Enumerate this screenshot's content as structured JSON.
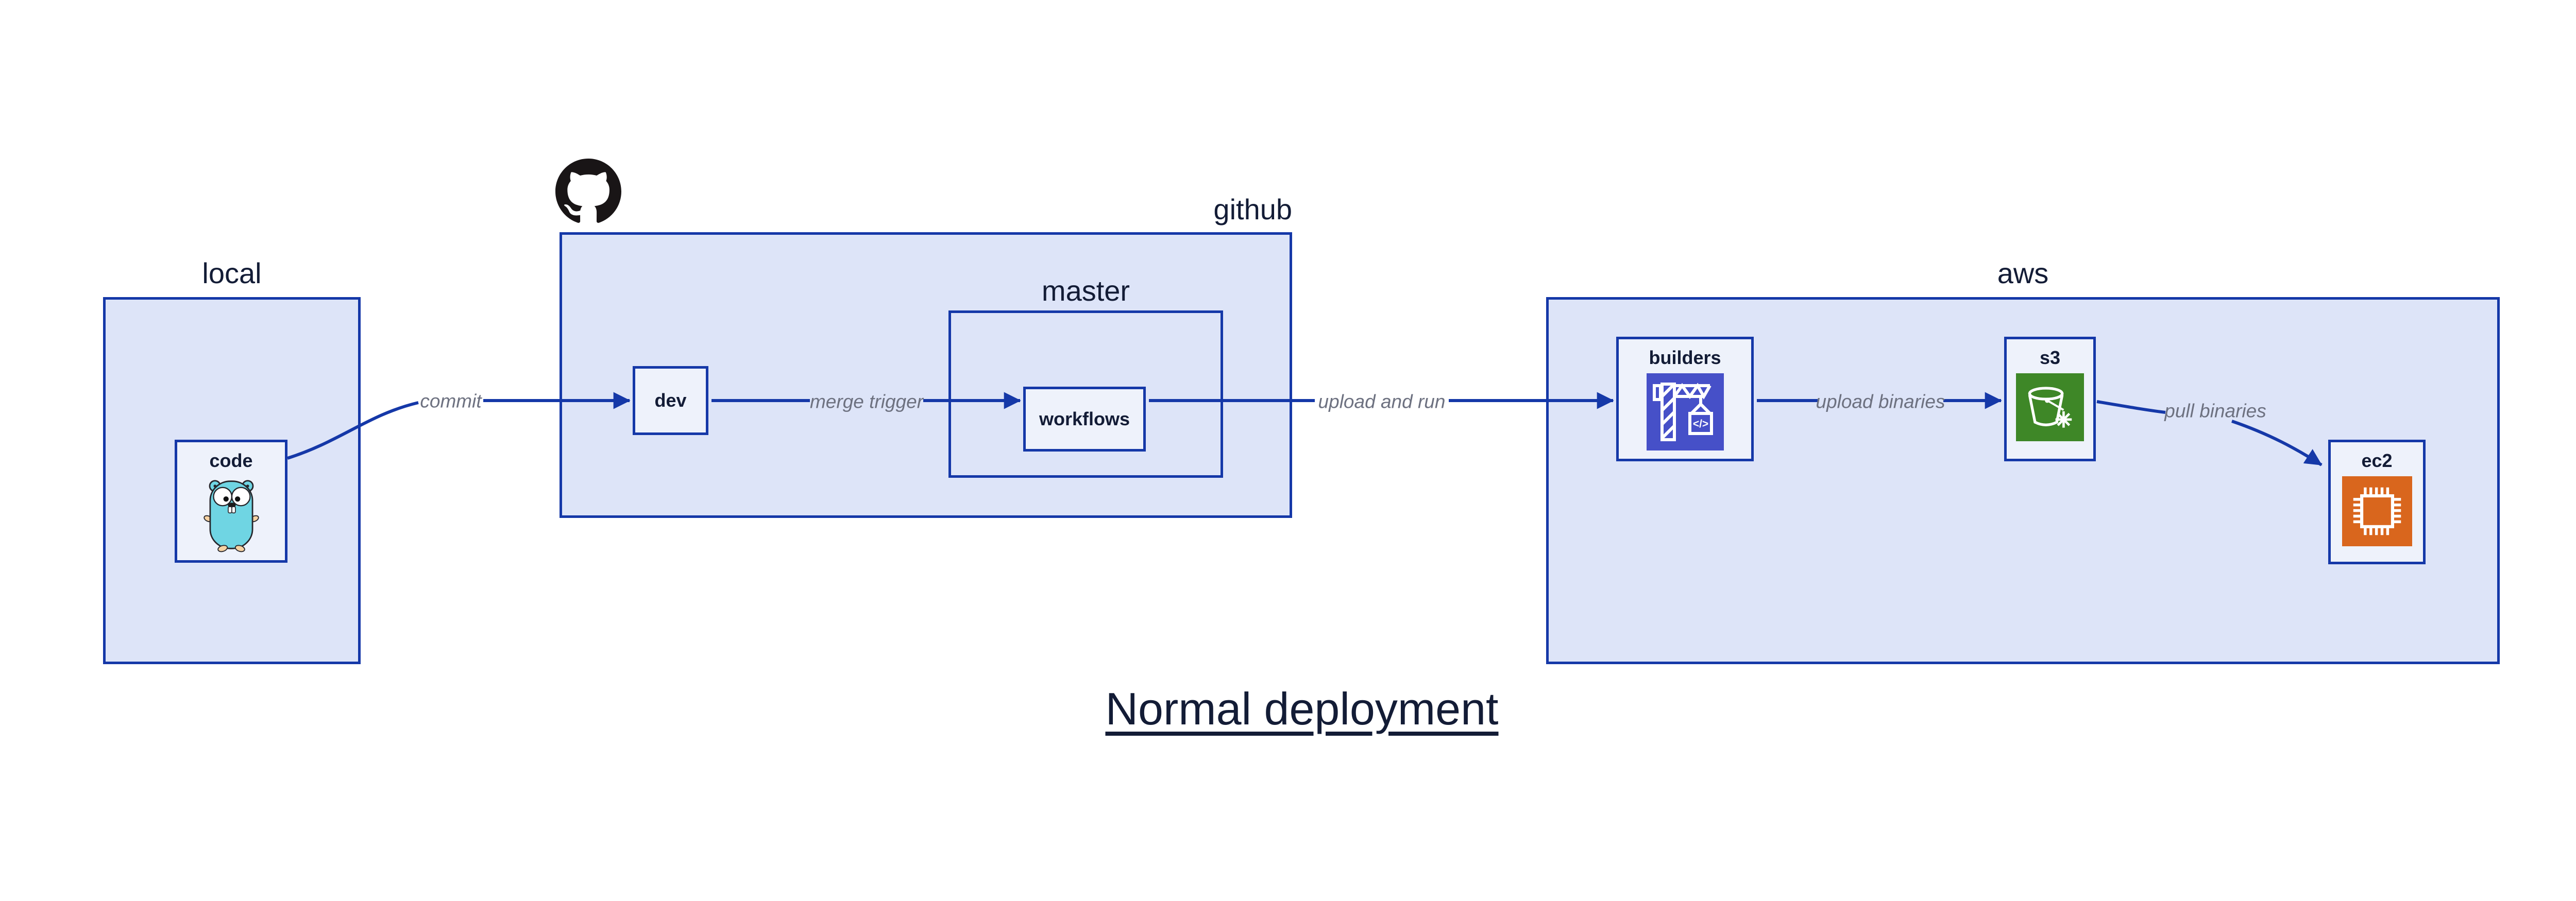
{
  "title": "Normal deployment",
  "containers": {
    "local": {
      "label": "local"
    },
    "github": {
      "label": "github"
    },
    "master": {
      "label": "master"
    },
    "aws": {
      "label": "aws"
    }
  },
  "nodes": {
    "code": {
      "label": "code",
      "icon": "go-gopher-icon"
    },
    "dev": {
      "label": "dev"
    },
    "workflows": {
      "label": "workflows"
    },
    "builders": {
      "label": "builders",
      "icon": "aws-codebuild-icon",
      "icon_glyph": "</>"
    },
    "s3": {
      "label": "s3",
      "icon": "aws-s3-bucket-snowflake-icon"
    },
    "ec2": {
      "label": "ec2",
      "icon": "aws-ec2-chip-icon"
    }
  },
  "edges": [
    {
      "from": "code",
      "to": "dev",
      "label": "commit"
    },
    {
      "from": "dev",
      "to": "workflows",
      "label": "merge trigger"
    },
    {
      "from": "workflows",
      "to": "builders",
      "label": "upload and run"
    },
    {
      "from": "builders",
      "to": "s3",
      "label": "upload binaries"
    },
    {
      "from": "s3",
      "to": "ec2",
      "label": "pull binaries"
    }
  ],
  "logos": {
    "github": "github-octocat-logo"
  },
  "colors": {
    "container_fill": "#dde4f8",
    "node_fill": "#eef2fb",
    "border_blue": "#1538a8",
    "arrow_blue": "#1538a8",
    "label_dark": "#131c36",
    "edge_label_gray": "#6d7180",
    "codebuild_bg": "#4650c8",
    "s3_bg": "#3e8727",
    "ec2_bg": "#d9661d",
    "github_black": "#191516",
    "gopher_teal": "#6fd5e3"
  }
}
